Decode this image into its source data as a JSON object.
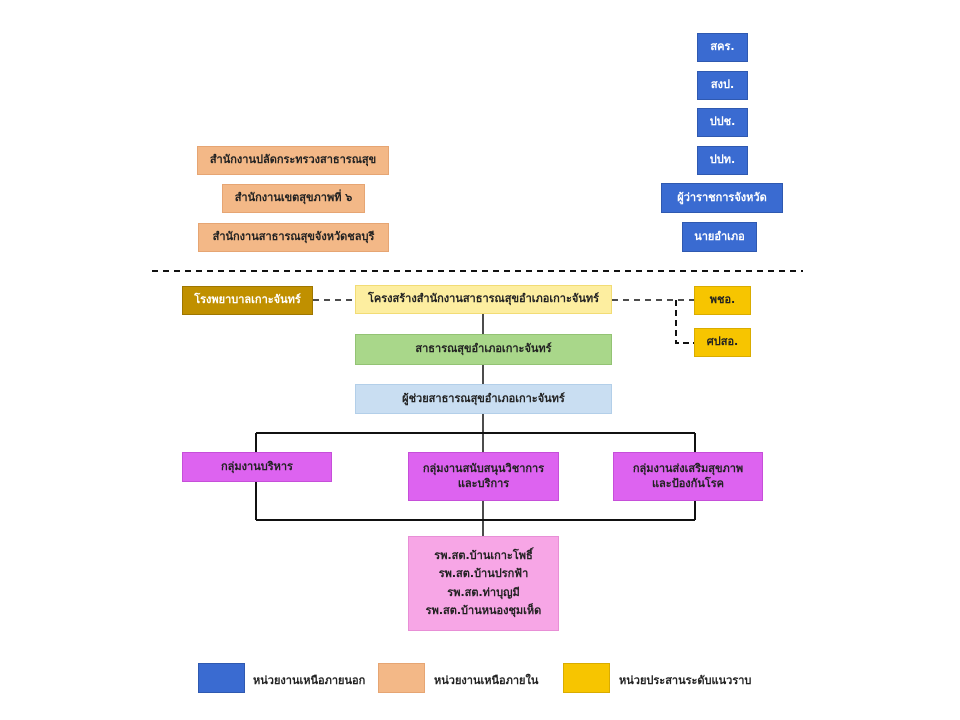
{
  "external_units": [
    {
      "label": "สคร."
    },
    {
      "label": "สงป."
    },
    {
      "label": "ปปช."
    },
    {
      "label": "ปปท."
    },
    {
      "label": "ผู้ว่าราชการจังหวัด"
    },
    {
      "label": "นายอำเภอ"
    }
  ],
  "internal_units": [
    {
      "label": "สำนักงานปลัดกระทรวงสาธารณสุข"
    },
    {
      "label": "สำนักงานเขตสุขภาพที่ ๖"
    },
    {
      "label": "สำนักงานสาธารณสุขจังหวัดชลบุรี"
    }
  ],
  "hospital": {
    "label": "โรงพยาบาลเกาะจันทร์"
  },
  "structure_title": {
    "label": "โครงสร้างสำนักงานสาธารณสุขอำเภอเกาะจันทร์"
  },
  "coordination_units": [
    {
      "label": "พชอ."
    },
    {
      "label": "ศปสอ."
    }
  ],
  "chief": {
    "label": "สาธารณสุขอำเภอเกาะจันทร์"
  },
  "assistant": {
    "label": "ผู้ช่วยสาธารณสุขอำเภอเกาะจันทร์"
  },
  "work_groups": [
    {
      "lines": [
        "กลุ่มงานบริหาร"
      ]
    },
    {
      "lines": [
        "กลุ่มงานสนับสนุนวิชาการ",
        "และบริการ"
      ]
    },
    {
      "lines": [
        "กลุ่มงานส่งเสริมสุขภาพ",
        "และป้องกันโรค"
      ]
    }
  ],
  "health_centers": {
    "lines": [
      "รพ.สต.บ้านเกาะโพธิ์",
      "รพ.สต.บ้านปรกฟ้า",
      "รพ.สต.ท่าบุญมี",
      "รพ.สต.บ้านหนองชุมเห็ด"
    ]
  },
  "legend": [
    {
      "label": "หน่วยงานเหนือภายนอก",
      "color": "#3a6bd1"
    },
    {
      "label": "หน่วยงานเหนือภายใน",
      "color": "#f3b887"
    },
    {
      "label": "หน่วยประสานระดับแนวราบ",
      "color": "#f7c500"
    }
  ],
  "colors": {
    "external": "#3a6bd1",
    "internal": "#f3b887",
    "hospital": "#c09000",
    "structure_title": "#fdeea0",
    "coordination": "#f7c500",
    "chief": "#a9d78a",
    "assistant": "#c9def2",
    "work_group": "#dd63f0",
    "health_center": "#f7a6e6"
  }
}
